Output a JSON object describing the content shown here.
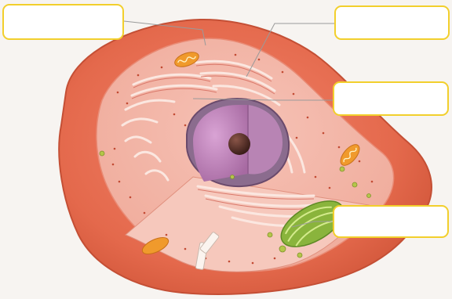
{
  "diagram": {
    "labels": [
      {
        "id": "label-top-left",
        "text": ""
      },
      {
        "id": "label-top-right",
        "text": ""
      },
      {
        "id": "label-middle-right",
        "text": ""
      },
      {
        "id": "label-bottom-right",
        "text": ""
      }
    ]
  },
  "colors": {
    "membrane": "#e06848",
    "cytoplasm": "#f3b3a3",
    "nucleus": "#c58ac0",
    "nucleolus": "#4a2a24",
    "mitochondria": "#f09a2c",
    "chloroplast": "#8ab43c",
    "label_border": "#f2cf2c"
  }
}
